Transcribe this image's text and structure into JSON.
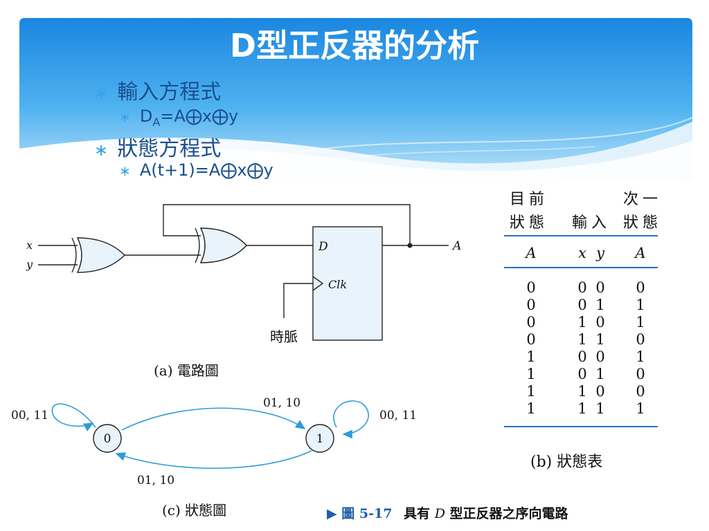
{
  "slide": {
    "title": "D型正反器的分析",
    "bullets": [
      {
        "label": "輸入方程式"
      },
      {
        "eq_D": "D",
        "eq_sub": "A",
        "eq_rest": "=A⨁x⨁y"
      },
      {
        "label": "狀態方程式"
      },
      {
        "eq": "A(t+1)=A⨁x⨁y"
      }
    ]
  },
  "circuit": {
    "input_x": "x",
    "input_y": "y",
    "ff_d": "D",
    "ff_clk": "Clk",
    "output": "A",
    "clock_label": "時脈",
    "caption": "(a) 電路圖"
  },
  "state_diagram": {
    "states": [
      "0",
      "1"
    ],
    "self_loop_0": "00, 11",
    "self_loop_1": "00, 11",
    "arc_0_to_1": "01, 10",
    "arc_1_to_0": "01, 10",
    "caption": "(c) 狀態圖"
  },
  "state_table": {
    "header_line1": [
      "目前",
      "",
      "次一"
    ],
    "header_line2": [
      "狀態",
      "輸入",
      "狀態"
    ],
    "columns": [
      "A",
      "x",
      "y",
      "A"
    ],
    "rows": [
      [
        "0",
        "0",
        "0",
        "0"
      ],
      [
        "0",
        "0",
        "1",
        "1"
      ],
      [
        "0",
        "1",
        "0",
        "1"
      ],
      [
        "0",
        "1",
        "1",
        "0"
      ],
      [
        "1",
        "0",
        "0",
        "1"
      ],
      [
        "1",
        "0",
        "1",
        "0"
      ],
      [
        "1",
        "1",
        "0",
        "0"
      ],
      [
        "1",
        "1",
        "1",
        "1"
      ]
    ],
    "caption": "(b) 狀態表"
  },
  "figure_caption": {
    "marker": "▶",
    "label": "圖 5-17",
    "text_pre": "具有",
    "text_D": "D",
    "text_post": "型正反器之序向電路"
  },
  "colors": {
    "header_blue": "#1e88e5",
    "accent_light": "#3aa3e8",
    "bullet_text": "#1a4f8f",
    "arc_blue": "#2e9bd6",
    "ff_fill": "#e8f3fb",
    "table_rule": "#1e73c8"
  }
}
